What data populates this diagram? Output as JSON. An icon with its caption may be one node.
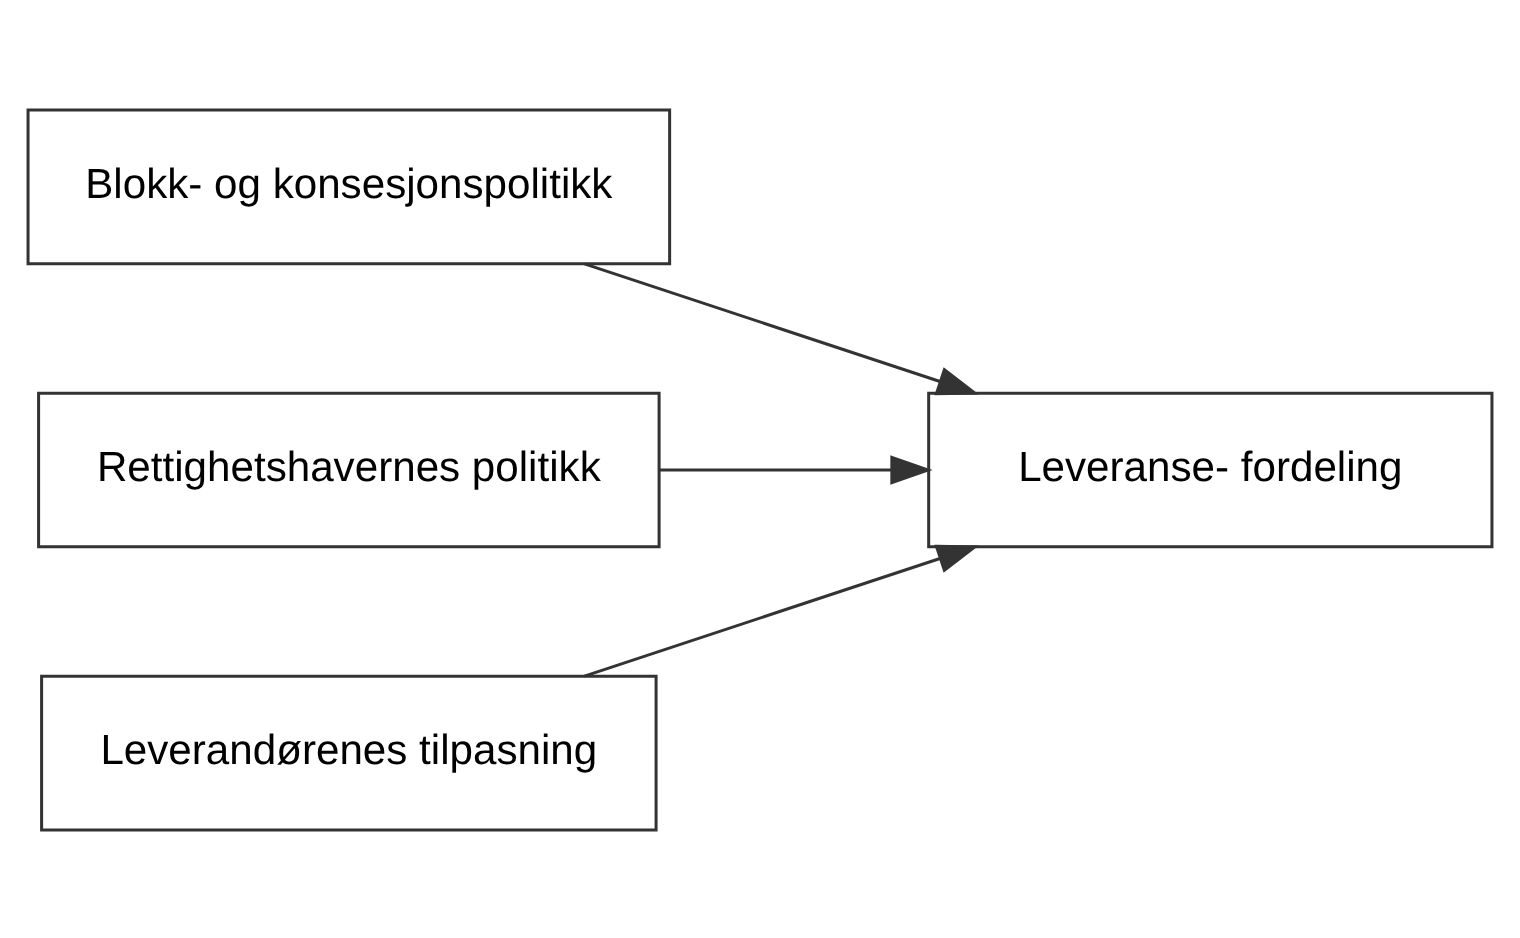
{
  "diagram": {
    "nodes": [
      {
        "text": [
          "Blokk- og konsesjonspolitikk"
        ]
      },
      {
        "text": [
          "Rettighetshavernes politikk"
        ]
      },
      {
        "text": [
          "Leverandørenes tilpasning"
        ]
      },
      {
        "text": [
          "Leveranse- fordeling"
        ]
      }
    ],
    "edges": [
      {
        "from": 0,
        "to": 3,
        "arrow": "to"
      },
      {
        "from": 1,
        "to": 3,
        "arrow": "to"
      },
      {
        "from": 2,
        "to": 3,
        "arrow": "to"
      }
    ]
  }
}
